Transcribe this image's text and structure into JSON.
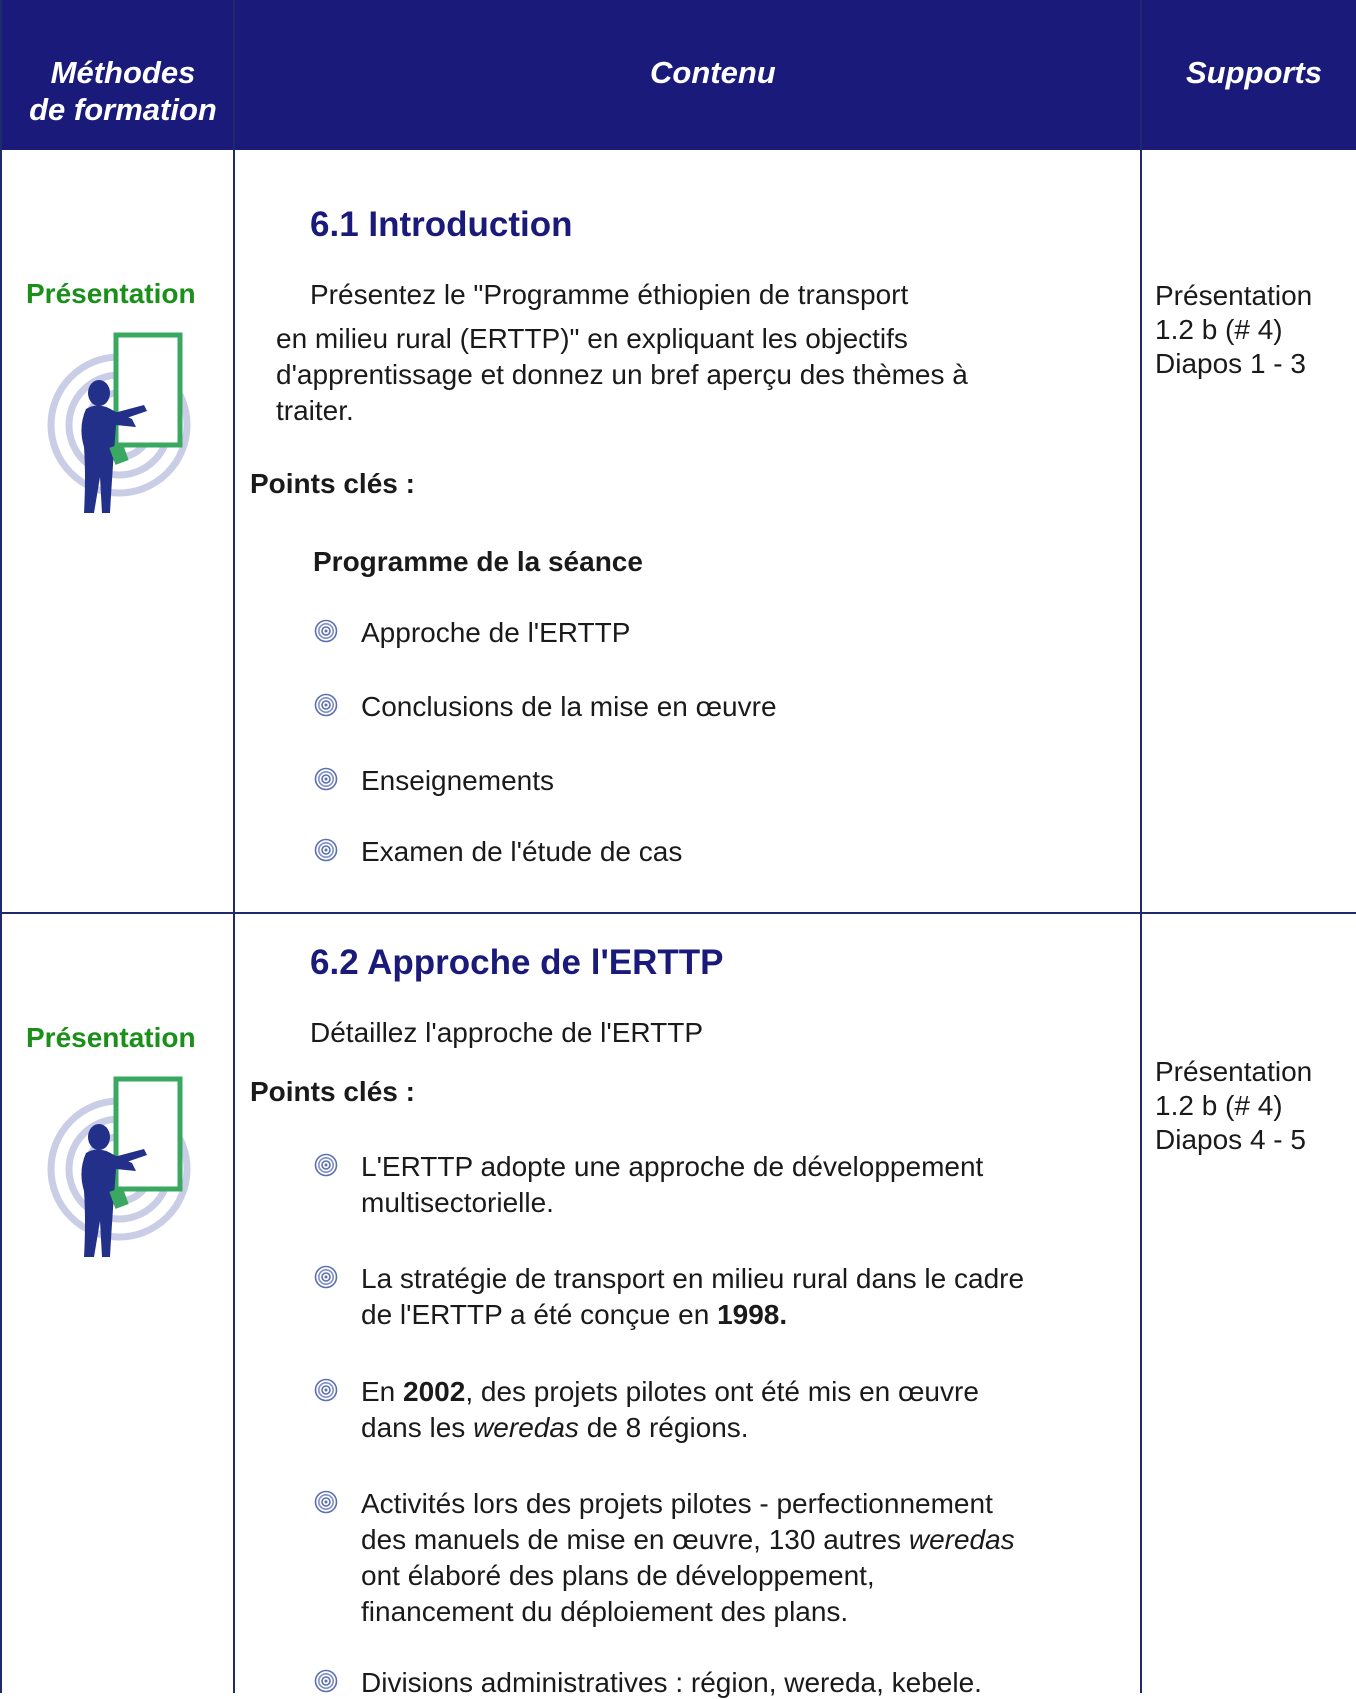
{
  "header": {
    "methods": [
      "Méthodes",
      "de formation"
    ],
    "content": "Contenu",
    "supports": "Supports"
  },
  "colors": {
    "header_bg": "#1a1a7a",
    "method_green": "#1a8f1a",
    "heading_navy": "#1a1a7a",
    "rule": "#1f2a6b"
  },
  "icons": {
    "trainer": "presenter-figure-icon",
    "bullet": "spiral-bullet-icon"
  },
  "rows": [
    {
      "method": "Présentation",
      "heading": "6.1 Introduction",
      "intro": [
        "Présentez le \"Programme éthiopien de transport",
        "en milieu rural (ERTTP)\" en expliquant les objectifs",
        "d'apprentissage et donnez un bref aperçu des thèmes à",
        "traiter."
      ],
      "keypoints_label": "Points clés :",
      "subheading": "Programme de la séance",
      "bullets": [
        "Approche de l'ERTTP",
        "Conclusions de la mise en œuvre",
        "Enseignements",
        "Examen de l'étude de cas"
      ],
      "support": [
        "Présentation",
        "1.2 b (# 4)",
        "Diapos 1 - 3"
      ]
    },
    {
      "method": "Présentation",
      "heading": "6.2 Approche de l'ERTTP",
      "intro": [
        "Détaillez l'approche de l'ERTTP"
      ],
      "keypoints_label": "Points clés :",
      "bullets": [
        [
          "L'ERTTP adopte une approche de développement",
          "multisectorielle."
        ],
        [
          "La stratégie de transport en milieu rural dans le cadre",
          "de l'ERTTP a été conçue en ",
          "1998."
        ],
        [
          "En ",
          "2002",
          ", des projets pilotes ont été mis en œuvre",
          "dans les ",
          "weredas",
          " de 8 régions."
        ],
        [
          "Activités lors des projets pilotes - perfectionnement",
          "des manuels de mise en œuvre, 130 autres ",
          "weredas",
          "ont élaboré des plans de développement,",
          "financement du déploiement des plans."
        ],
        [
          "Divisions administratives : région, wereda, kebele."
        ]
      ],
      "support": [
        "Présentation",
        "1.2 b (# 4)",
        "Diapos 4 - 5"
      ]
    }
  ]
}
